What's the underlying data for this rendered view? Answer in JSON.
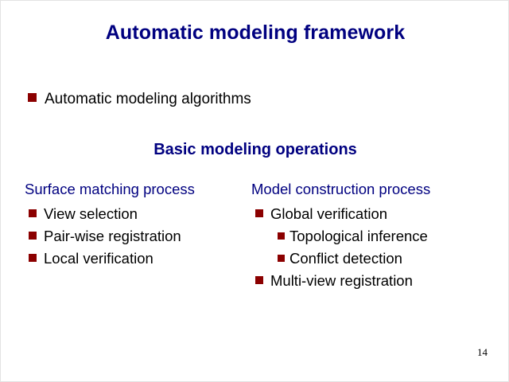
{
  "slide": {
    "title": "Automatic modeling framework",
    "title_color": "#000080",
    "bullet_color": "#8b0000",
    "body_text_color": "#000000",
    "background_color": "#ffffff",
    "page_number": "14",
    "top_bullet": {
      "text": "Automatic modeling algorithms",
      "bullet_glyph": "square-bullet"
    },
    "section_heading": "Basic modeling operations",
    "columns": [
      {
        "heading": "Surface matching process",
        "items": [
          {
            "text": "View selection",
            "level": 1
          },
          {
            "text": "Pair-wise registration",
            "level": 1
          },
          {
            "text": "Local verification",
            "level": 1
          }
        ]
      },
      {
        "heading": "Model construction process",
        "items": [
          {
            "text": "Global verification",
            "level": 1
          },
          {
            "text": "Topological inference",
            "level": 2
          },
          {
            "text": "Conflict detection",
            "level": 2
          },
          {
            "text": "Multi-view registration",
            "level": 1
          }
        ]
      }
    ]
  }
}
